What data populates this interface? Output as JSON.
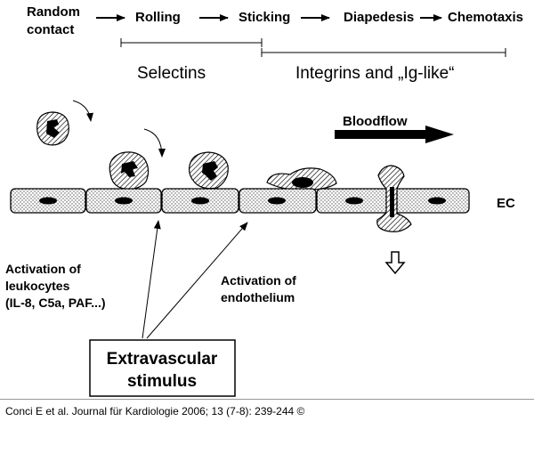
{
  "steps": [
    "Random",
    "contact",
    "Rolling",
    "Sticking",
    "Diapedesis",
    "Chemotaxis"
  ],
  "phases": {
    "selectins": "Selectins",
    "integrins": "Integrins and „Ig-like“"
  },
  "bloodflow": "Bloodflow",
  "ec": "EC",
  "activation_leukocytes": [
    "Activation of",
    "leukocytes",
    "(IL-8, C5a, PAF...)"
  ],
  "activation_endothelium": [
    "Activation of",
    "endothelium"
  ],
  "stimulus": [
    "Extravascular",
    "stimulus"
  ],
  "caption": "Conci E et al. Journal für Kardiologie 2006; 13 (7-8): 239-244 ©",
  "colors": {
    "line": "#000000",
    "background": "#ffffff"
  }
}
